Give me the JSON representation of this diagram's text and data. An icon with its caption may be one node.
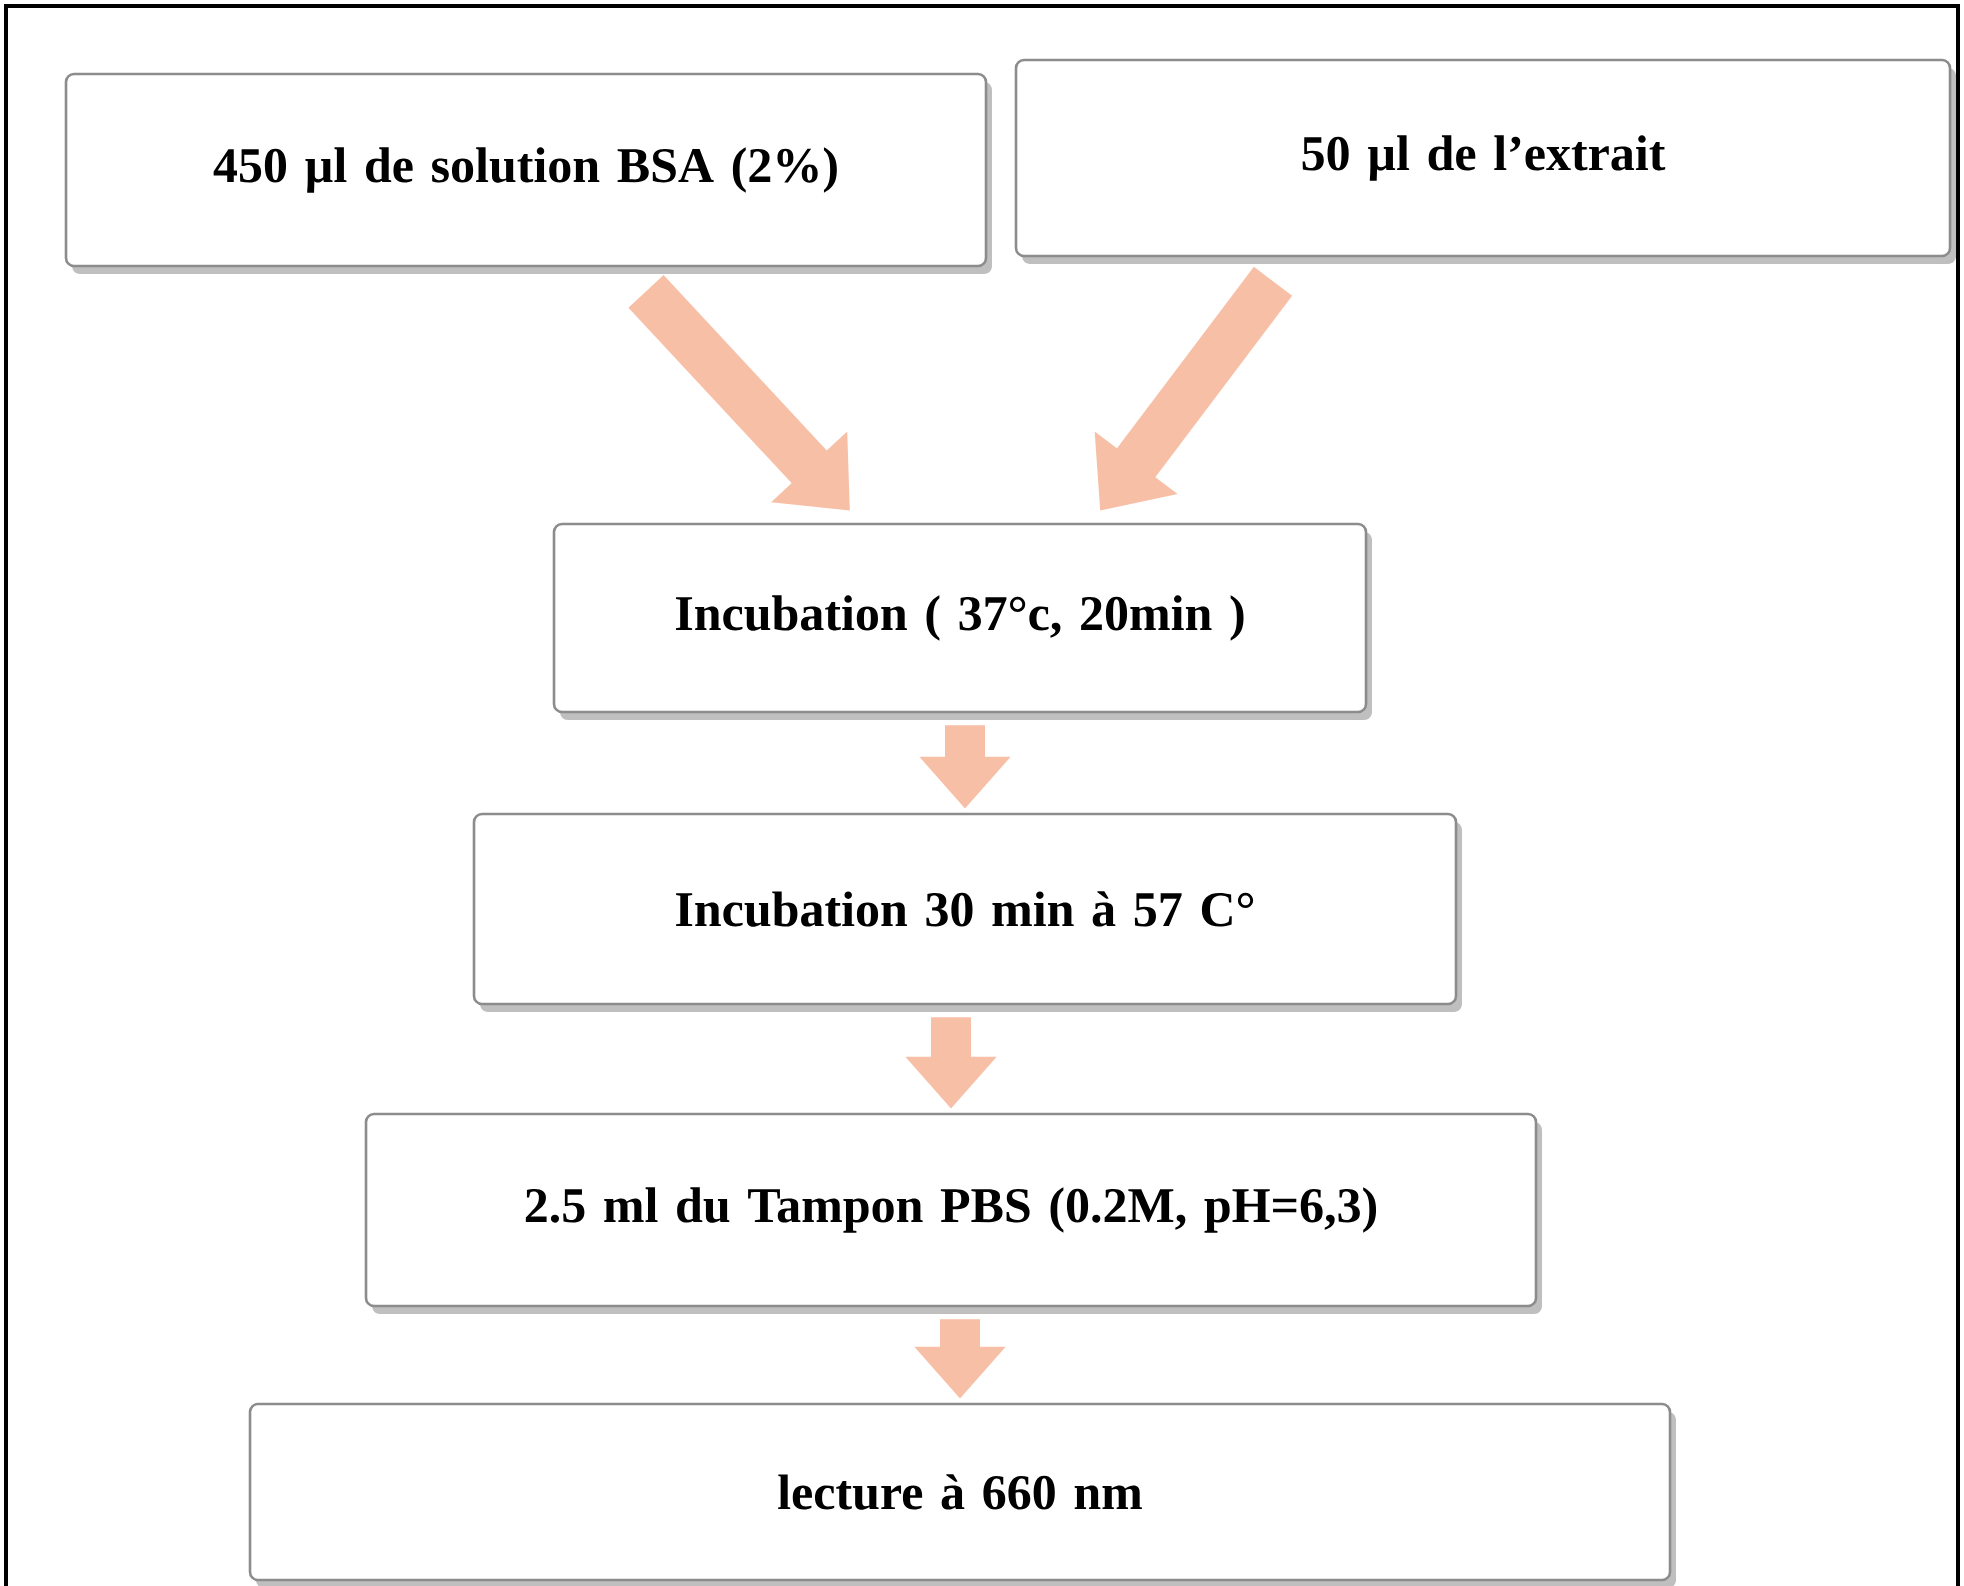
{
  "diagram": {
    "nodes": [
      {
        "text": [
          "450 µl de solution BSA (2%)"
        ]
      },
      {
        "text": [
          "50 µl de l’extrait"
        ]
      },
      {
        "text": [
          "Incubation ( 37°c, 20min )"
        ]
      },
      {
        "text": [
          "Incubation 30 min à 57 C°"
        ]
      },
      {
        "text": [
          "2.5 ml du Tampon PBS (0.2M, pH=6,3)"
        ]
      },
      {
        "text": [
          "lecture à 660 nm"
        ]
      }
    ],
    "edges": [
      {
        "from": 0,
        "to": 2,
        "arrow": "to"
      },
      {
        "from": 1,
        "to": 2,
        "arrow": "to"
      },
      {
        "from": 2,
        "to": 3,
        "arrow": "to"
      },
      {
        "from": 3,
        "to": 4,
        "arrow": "to"
      },
      {
        "from": 4,
        "to": 5,
        "arrow": "to"
      }
    ]
  }
}
